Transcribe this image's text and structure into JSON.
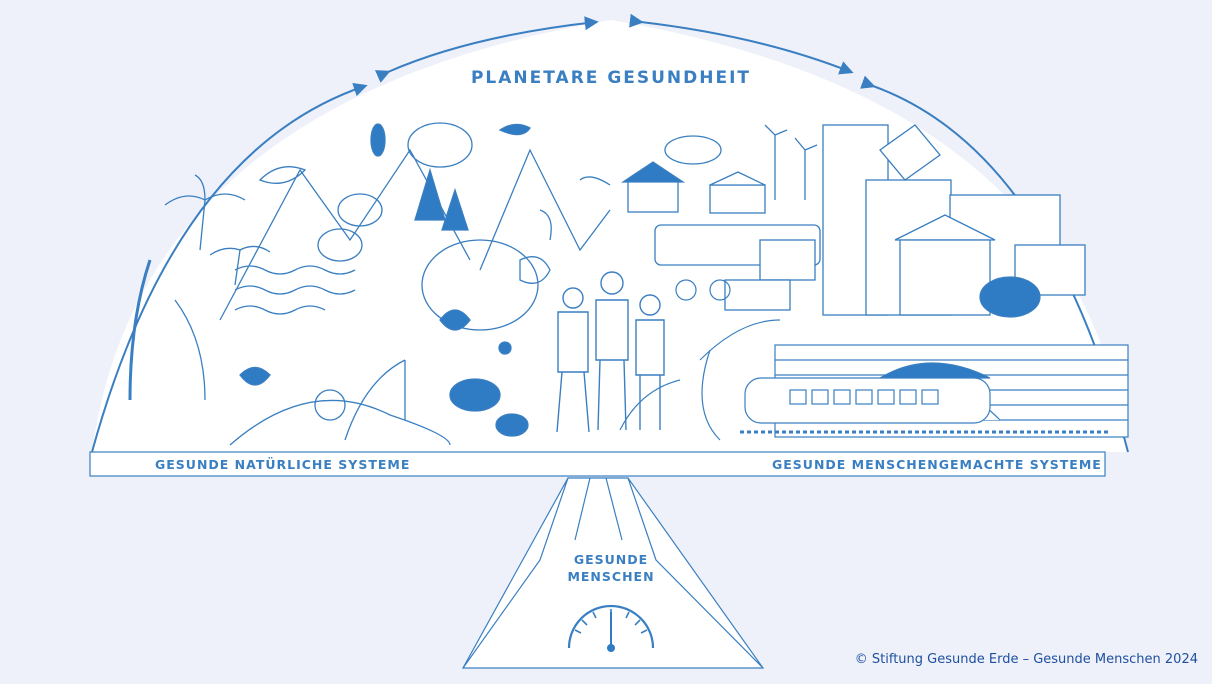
{
  "title": "PLANETARE GESUNDHEIT",
  "left_label": "GESUNDE NATÜRLICHE SYSTEME",
  "right_label": "GESUNDE MENSCHENGEMACHTE SYSTEME",
  "center_label": "GESUNDE MENSCHEN",
  "copyright": "© Stiftung Gesunde Erde – Gesunde Menschen 2024",
  "gauge_reading": 0.5,
  "colors": {
    "background": "#eef1f9",
    "dome": "#ffffff",
    "line": "#3a7fc1",
    "fill_accent": "#2f7bc4",
    "copyright": "#1f4fa0"
  },
  "icons": [
    "double-arrow-arc-icon",
    "gauge-icon",
    "balance-scale-icon"
  ]
}
